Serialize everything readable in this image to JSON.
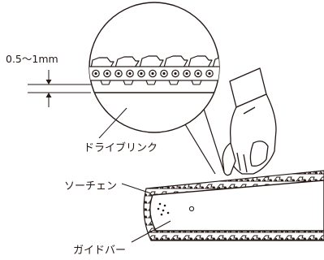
{
  "figure": {
    "labels": {
      "gap": "0.5〜1mm",
      "drive_link": "ドライブリンク",
      "saw_chain": "ソーチェン",
      "guide_bar": "ガイドバー"
    },
    "colors": {
      "ink": "#231815",
      "background": "#ffffff"
    }
  }
}
